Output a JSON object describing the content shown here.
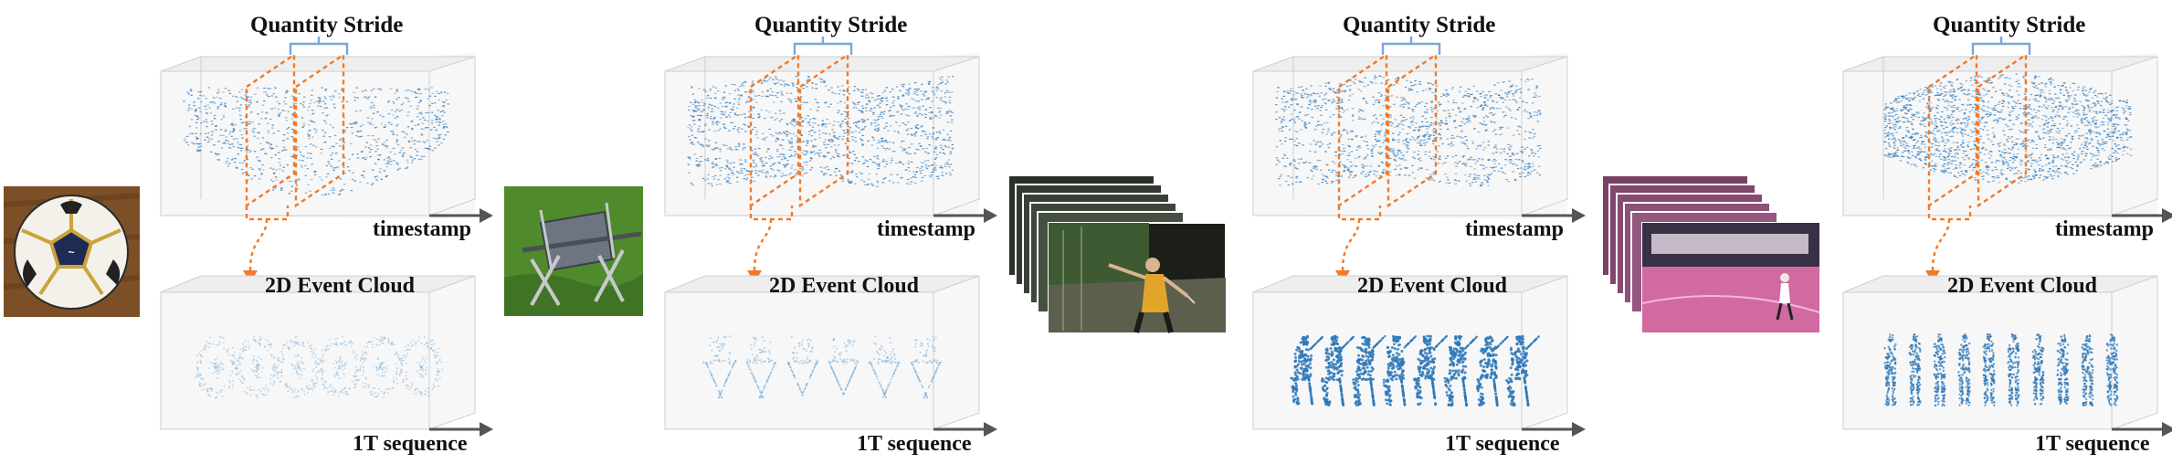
{
  "panels": [
    {
      "title": "Quantity Stride",
      "time_axis": "timestamp",
      "cloud_label": "2D Event Cloud",
      "sequence_axis": "1T sequence",
      "sample": "soccer-ball",
      "frames": 6
    },
    {
      "title": "Quantity Stride",
      "time_axis": "timestamp",
      "cloud_label": "2D Event Cloud",
      "sequence_axis": "1T sequence",
      "sample": "folding-chair",
      "frames": 6
    },
    {
      "title": "Quantity Stride",
      "time_axis": "timestamp",
      "cloud_label": "2D Event Cloud",
      "sequence_axis": "1T sequence",
      "sample": "tennis-player",
      "frames": 8
    },
    {
      "title": "Quantity Stride",
      "time_axis": "timestamp",
      "cloud_label": "2D Event Cloud",
      "sequence_axis": "1T sequence",
      "sample": "basketball-gym",
      "frames": 10
    }
  ],
  "colors": {
    "events": "#2e78b8",
    "events_light": "#86b5dd",
    "stride": "#f07a28",
    "bracket": "#7aa6dc",
    "axis": "#555555",
    "box_edge": "#cfcfcf"
  }
}
